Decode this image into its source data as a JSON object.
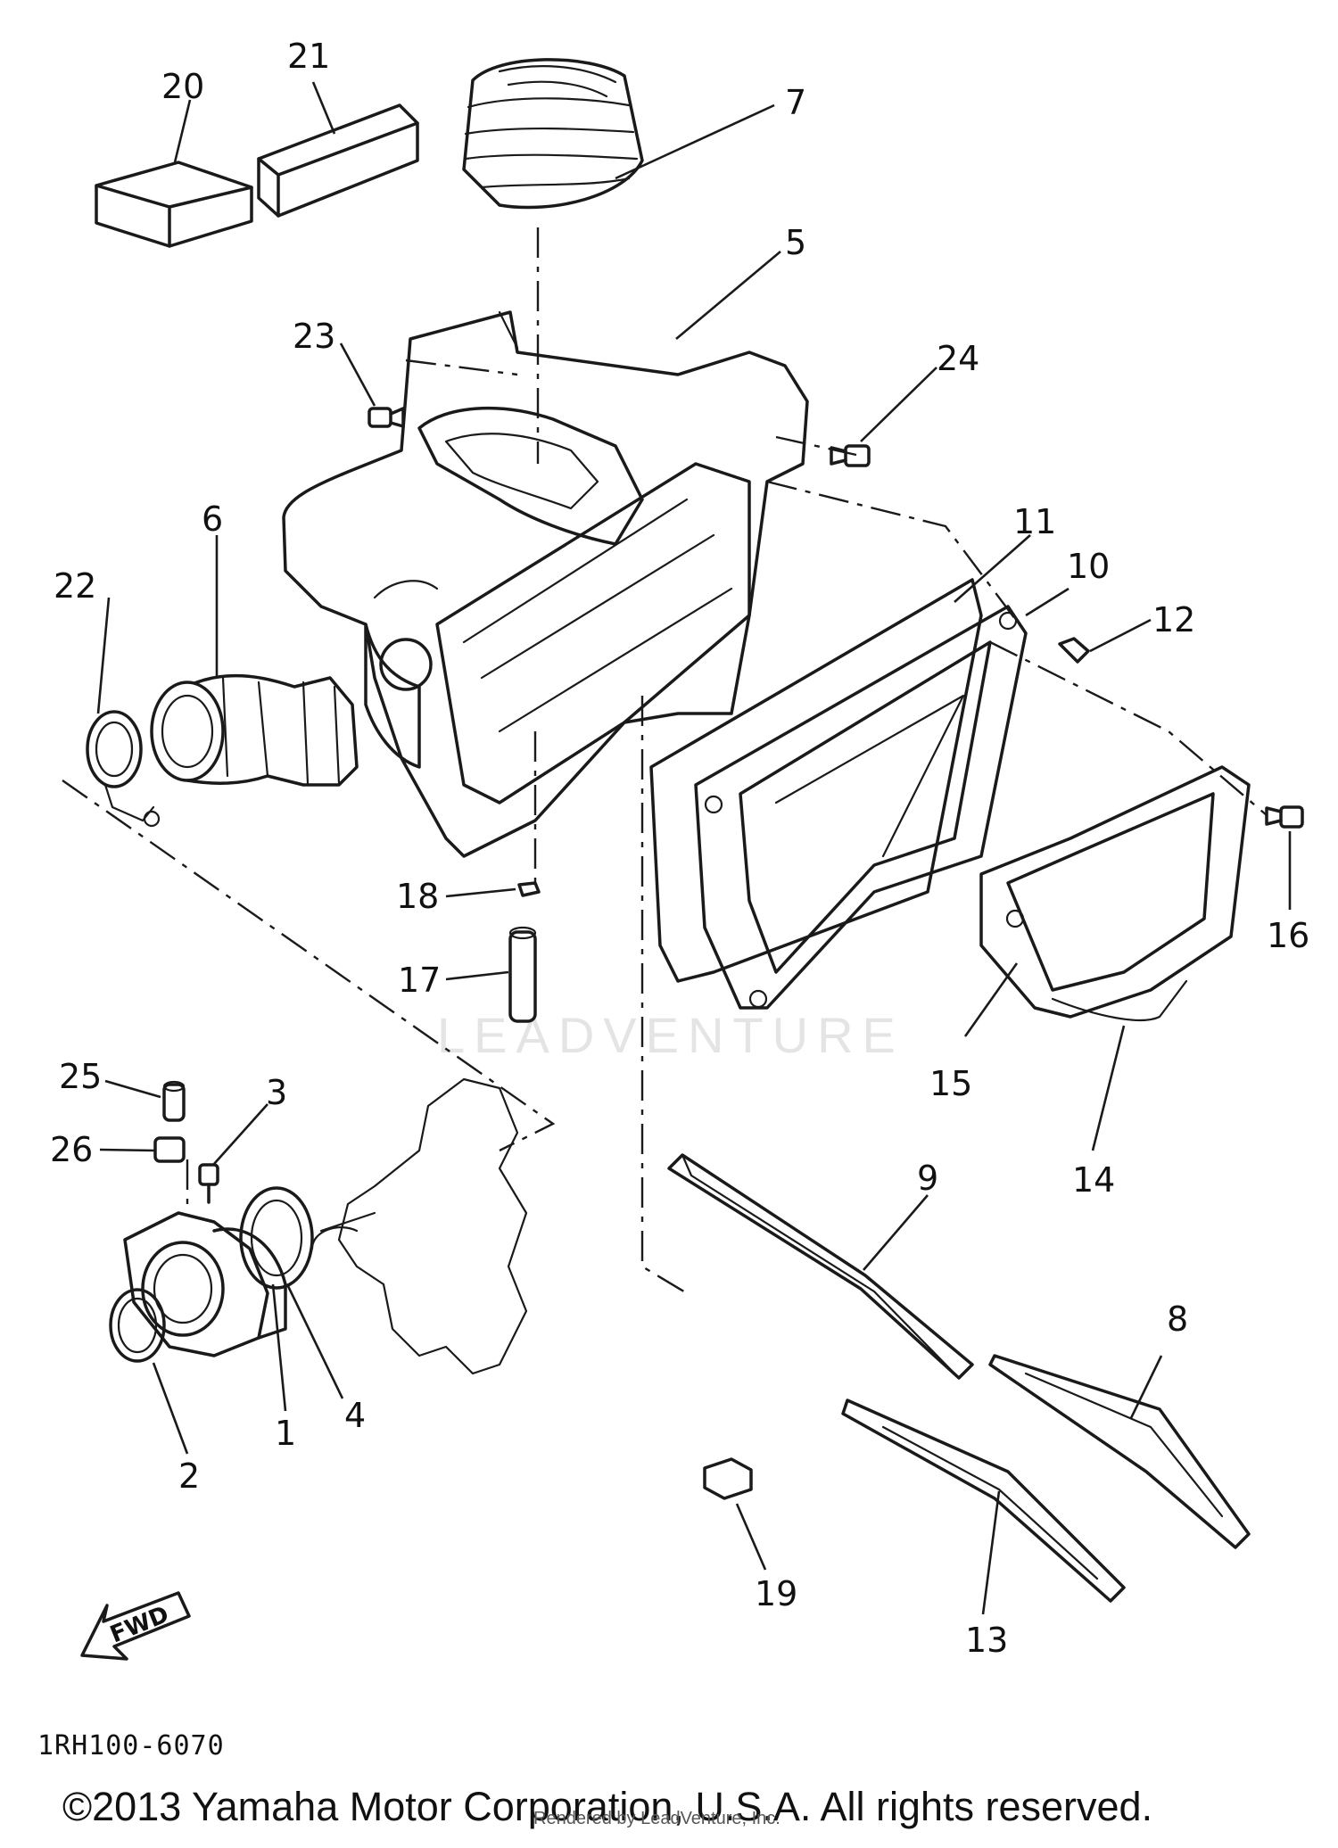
{
  "diagram": {
    "callouts": [
      "20",
      "21",
      "7",
      "5",
      "23",
      "24",
      "6",
      "22",
      "11",
      "10",
      "12",
      "16",
      "18",
      "17",
      "15",
      "14",
      "25",
      "3",
      "26",
      "9",
      "8",
      "1",
      "4",
      "2",
      "19",
      "13"
    ],
    "fwd_label": "FWD",
    "watermark": "LEADVENTURE",
    "diagram_code": "1RH100-6070"
  },
  "footer": {
    "copyright": "©2013 Yamaha Motor Corporation, U.S.A. All rights reserved.",
    "rendered_by": "Rendered by LeadVenture, Inc."
  }
}
